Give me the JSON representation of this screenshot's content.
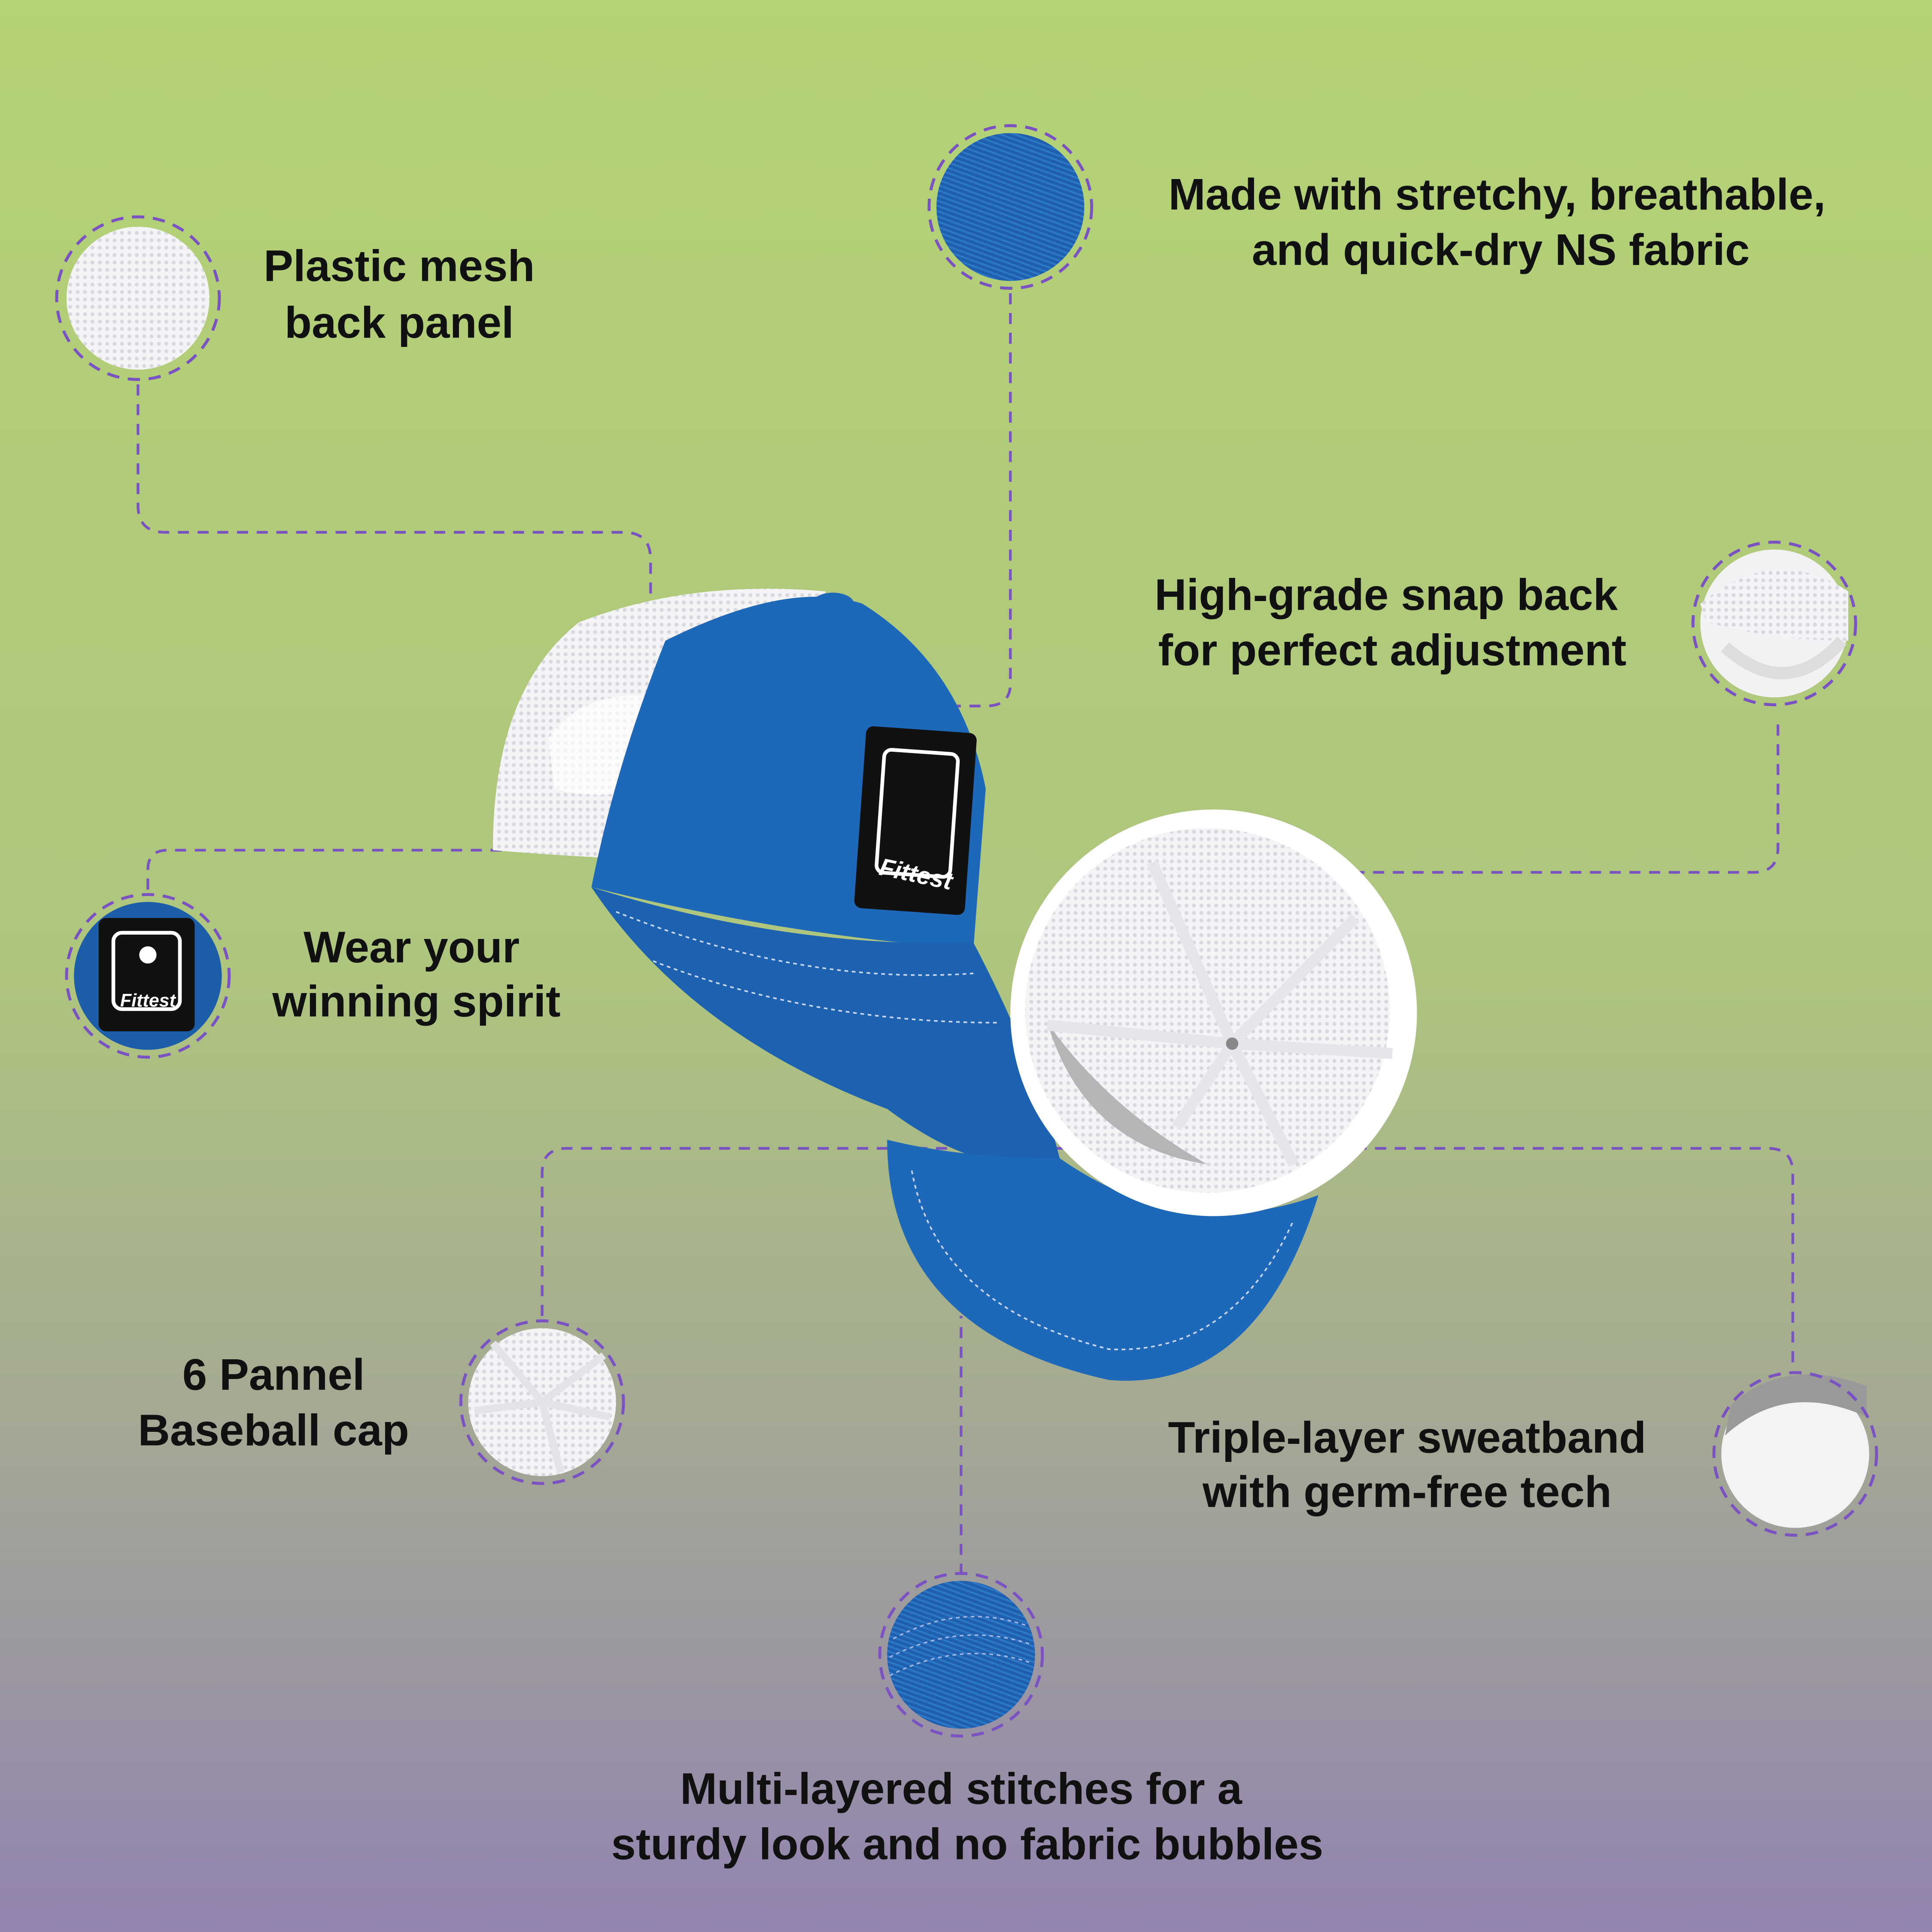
{
  "brand": "Fittest",
  "colors": {
    "accent": "#7a52c2",
    "cap_blue": "#1d68b8",
    "bg_top": "#b4d374",
    "bg_bottom": "#9283b0"
  },
  "features": [
    {
      "id": "mesh",
      "lines": [
        "Plastic mesh",
        "back panel"
      ]
    },
    {
      "id": "fabric",
      "lines": [
        "Made with stretchy, breathable,",
        "and quick-dry NS fabric"
      ]
    },
    {
      "id": "snapback",
      "lines": [
        "High-grade snap back",
        "for perfect adjustment"
      ]
    },
    {
      "id": "patch",
      "lines": [
        "Wear your",
        "winning spirit"
      ]
    },
    {
      "id": "panels",
      "lines": [
        "6 Pannel",
        "Baseball cap"
      ]
    },
    {
      "id": "sweatband",
      "lines": [
        "Triple-layer sweatband",
        "with germ-free tech"
      ]
    },
    {
      "id": "stitches",
      "lines": [
        "Multi-layered stitches for a",
        "sturdy look and no fabric bubbles"
      ]
    }
  ]
}
